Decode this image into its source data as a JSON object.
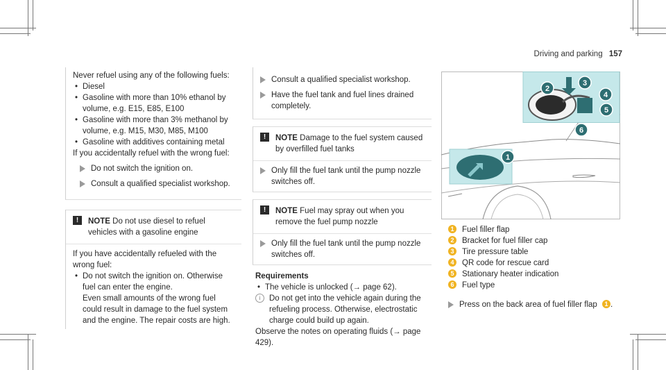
{
  "header": {
    "section": "Driving and parking",
    "page": "157"
  },
  "col1": {
    "intro": "Never refuel using any of the following fuels:",
    "fuels": [
      "Diesel",
      "Gasoline with more than 10% ethanol by volume, e.g. E15, E85, E100",
      "Gasoline with more than 3% methanol by volume, e.g. M15, M30, M85, M100",
      "Gasoline with additives containing metal"
    ],
    "accident_line": "If you accidentally refuel with the wrong fuel:",
    "steps": [
      "Do not switch the ignition on.",
      "Consult a qualified specialist workshop."
    ],
    "note_label": "NOTE",
    "note_title": "Do not use diesel to refuel vehicles with a gasoline engine",
    "note_intro": "If you have accidentally refueled with the wrong fuel:",
    "note_bullet": "Do not switch the ignition on. Otherwise fuel can enter the engine.",
    "note_detail": "Even small amounts of the wrong fuel could result in damage to the fuel system and the engine. The repair costs are high."
  },
  "col2": {
    "steps_top": [
      "Consult a qualified specialist workshop.",
      "Have the fuel tank and fuel lines drained completely."
    ],
    "note1_label": "NOTE",
    "note1_title": "Damage to the fuel system caused by overfilled fuel tanks",
    "note1_step": "Only fill the fuel tank until the pump nozzle switches off.",
    "note2_label": "NOTE",
    "note2_title": "Fuel may spray out when you remove the fuel pump nozzle",
    "note2_step": "Only fill the fuel tank until the pump nozzle switches off.",
    "req_heading": "Requirements",
    "req_bullet": "The vehicle is unlocked (→ page 62).",
    "info": "Do not get into the vehicle again during the refueling process. Otherwise, electrostatic charge could build up again.",
    "observe": "Observe the notes on operating fluids (→ page 429)."
  },
  "col3": {
    "legend": [
      {
        "n": "1",
        "text": "Fuel filler flap"
      },
      {
        "n": "2",
        "text": "Bracket for fuel filler cap"
      },
      {
        "n": "3",
        "text": "Tire pressure table"
      },
      {
        "n": "4",
        "text": "QR code for rescue card"
      },
      {
        "n": "5",
        "text": "Stationary heater indication"
      },
      {
        "n": "6",
        "text": "Fuel type"
      }
    ],
    "step_text": "Press on the back area of fuel filler flap",
    "step_ref": "1",
    "step_end": "."
  },
  "figure": {
    "callouts": [
      "1",
      "2",
      "3",
      "4",
      "5",
      "6"
    ]
  },
  "colors": {
    "accent": "#f0b321",
    "figure_bg": "#c5e8ea",
    "highlight": "#2e6e72"
  }
}
